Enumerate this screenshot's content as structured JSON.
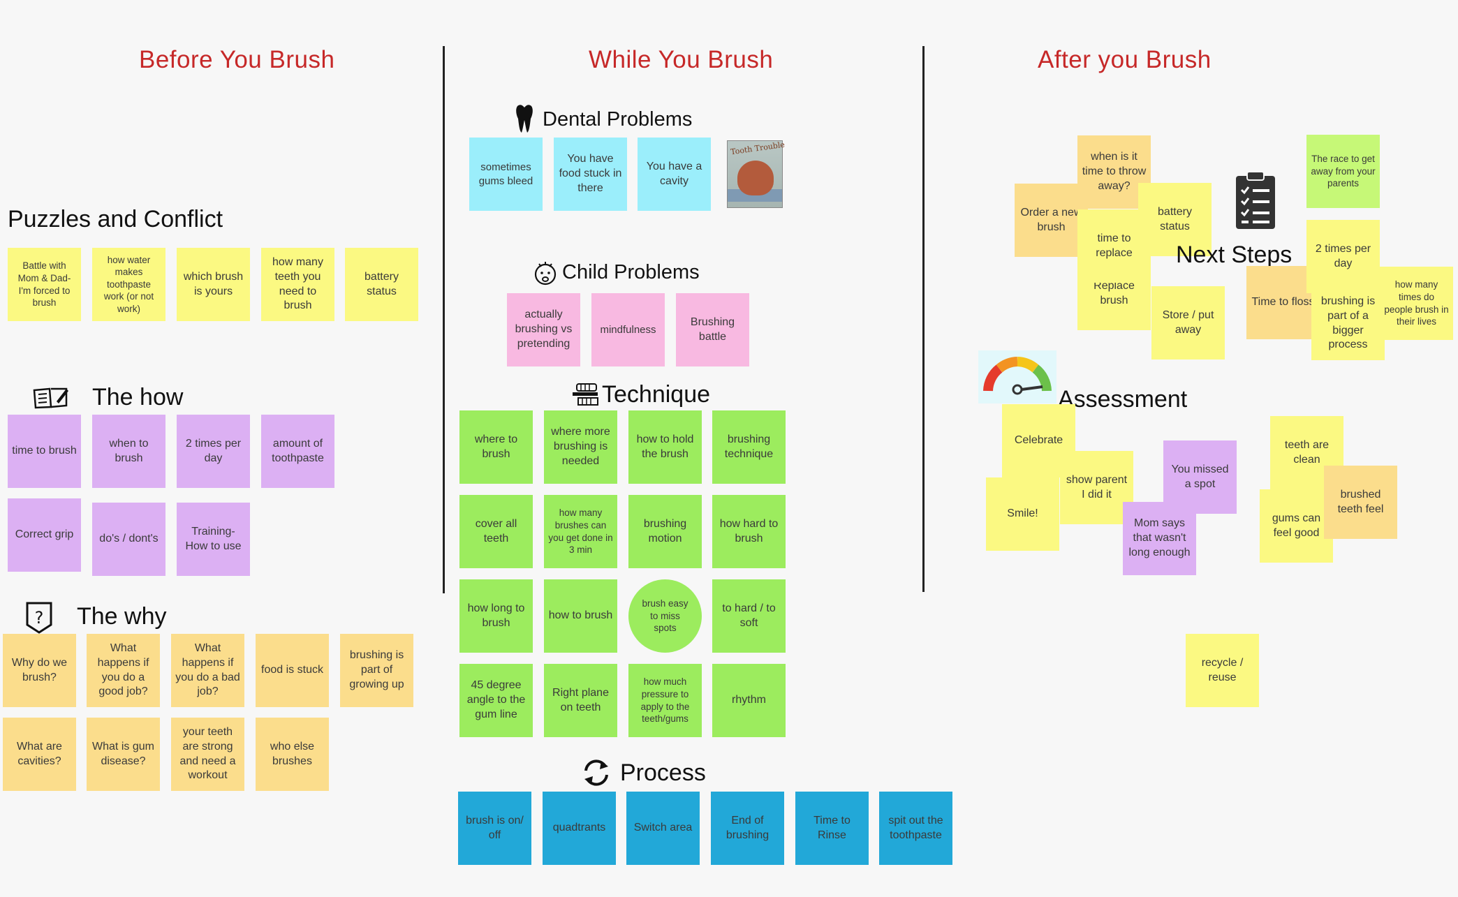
{
  "columns": {
    "before": "Before You Brush",
    "while": "While You Brush",
    "after": "After you Brush"
  },
  "before": {
    "puzzles": {
      "title": "Puzzles and Conflict",
      "notes": [
        "Battle with Mom & Dad- I'm forced to brush",
        "how water makes toothpaste work (or not work)",
        "which brush is yours",
        "how many teeth you need to brush",
        "battery status"
      ]
    },
    "how": {
      "title": "The how",
      "notes": [
        "time to brush",
        "when to brush",
        "2 times per day",
        "amount of toothpaste",
        "Correct grip",
        "do's / dont's",
        "Training- How to use"
      ]
    },
    "why": {
      "title": "The why",
      "notes": [
        "Why do we brush?",
        "What happens if you do a good job?",
        "What happens if you do a bad job?",
        "food is stuck",
        "brushing is part of growing up",
        "What are cavities?",
        "What is gum disease?",
        "your teeth are strong and need a workout",
        "who else brushes"
      ]
    }
  },
  "while": {
    "dental": {
      "title": "Dental Problems",
      "notes": [
        "sometimes gums bleed",
        "You have food stuck in there",
        "You have a cavity"
      ],
      "book_title": "Tooth Trouble"
    },
    "child": {
      "title": "Child Problems",
      "notes": [
        "actually brushing vs pretending",
        "mindfulness",
        "Brushing battle"
      ]
    },
    "technique": {
      "title": "Technique",
      "notes": [
        "where to brush",
        "where more brushing is needed",
        "how to hold the brush",
        "brushing technique",
        "cover all teeth",
        "how many brushes can you get done in 3 min",
        "brushing motion",
        "how hard to brush",
        "how long to brush",
        "how to brush",
        "brush easy to miss spots",
        "to hard / to soft",
        "45 degree angle to the gum line",
        "Right plane on teeth",
        "how much pressure to apply to the teeth/gums",
        "rhythm"
      ]
    },
    "process": {
      "title": "Process",
      "notes": [
        "brush is on/ off",
        "quadtrants",
        "Switch area",
        "End of brushing",
        "Time to Rinse",
        "spit out the toothpaste"
      ]
    }
  },
  "after": {
    "next_steps": {
      "title": "Next Steps",
      "notes": [
        "when is it time to throw away?",
        "Order a new brush",
        "battery status",
        "time to replace",
        "Replace brush",
        "Store / put away",
        "The race to get away from your parents",
        "2 times per day",
        "Time to floss",
        "brushing is part of a bigger process",
        "how many times do people brush in their lives"
      ]
    },
    "assessment": {
      "title": "Assessment",
      "notes": [
        "Celebrate",
        "Smile!",
        "show parent I did it",
        "You missed a spot",
        "Mom says that wasn't long enough",
        "teeth are clean",
        "brushed teeth feel",
        "gums can feel good"
      ]
    },
    "extra": [
      "recycle / reuse"
    ]
  }
}
